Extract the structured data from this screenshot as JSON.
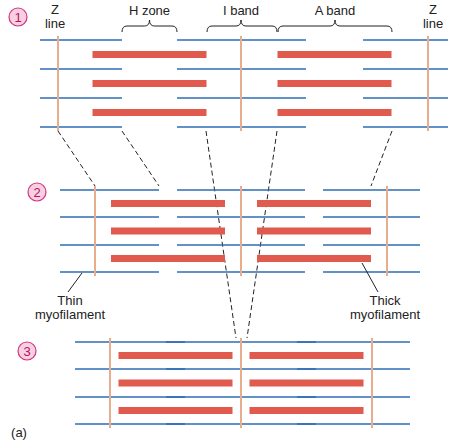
{
  "diagram": {
    "nodes": [
      {
        "text": [
          "1"
        ]
      },
      {
        "text": [
          "2"
        ]
      },
      {
        "text": [
          "3"
        ]
      }
    ],
    "edges": [],
    "labels": [
      "Z line",
      "H zone",
      "I band",
      "A band",
      "Z line",
      "Thin myofilament",
      "Thick myofilament",
      "(a)"
    ]
  }
}
